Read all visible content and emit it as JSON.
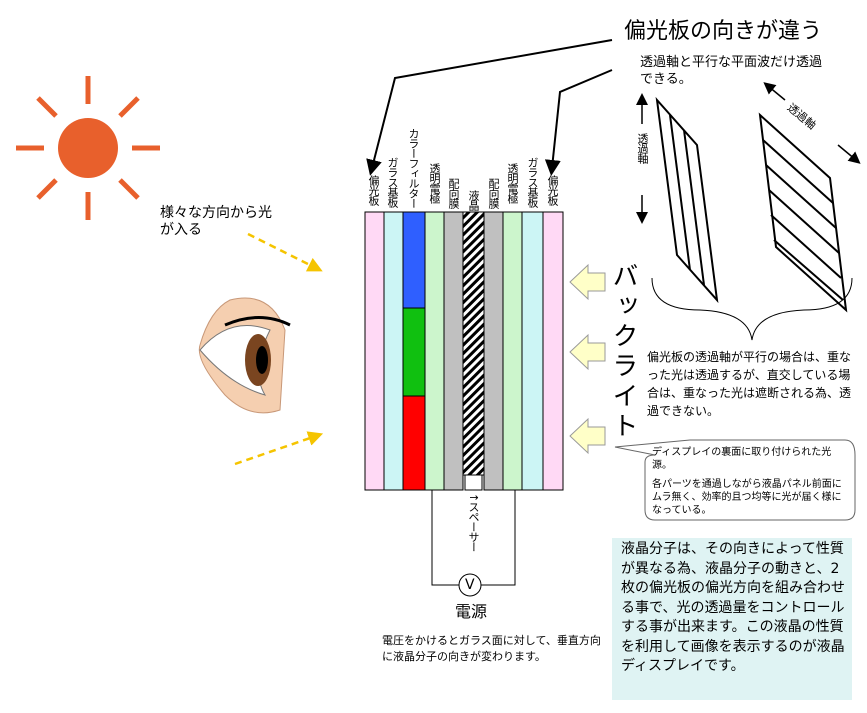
{
  "title": "偏光板の向きが違う",
  "subtitle": "透過軸と平行な平面波だけ透過できる。",
  "light_label": "様々な方向から光が入る",
  "layers": [
    "偏光板",
    "ガラス基板",
    "カラーフィルター",
    "透明電極",
    "配向膜",
    "液晶",
    "配向膜",
    "透明電極",
    "ガラス基板",
    "偏光板"
  ],
  "spacer_label": "↑スペーサー",
  "voltmeter": "V",
  "power_label": "電源",
  "voltage_caption": "電圧をかけるとガラス面に対して、垂直方向に液晶分子の向きが変わります。",
  "backlight_label": "バックライト",
  "axis_label_left": "透過軸",
  "axis_label_right": "透過軸",
  "polarizer_note": "偏光板の透過軸が平行の場合は、重なった光は透過するが、直交している場合は、重なった光は遮断される為、透過できない。",
  "backlight_note_1": "ディスプレイの裏面に取り付けられた光源。",
  "backlight_note_2": "各パーツを通過しながら液晶パネル前面にムラ無く、効率的且つ均等に光が届く様になっている。",
  "summary": "液晶分子は、その向きによって性質が異なる為、液晶分子の動きと、2枚の偏光板の偏光方向を組み合わせる事で、光の透過量をコントロールする事が出来ます。この液晶の性質を利用して画像を表示するのが液晶ディスプレイです。",
  "colors": {
    "sun": "#e8602c",
    "arrow_yellow": "#f5c400",
    "polarizer": "#ffd9f5",
    "glass": "#ccf5f5",
    "electrode": "#ccf5cc",
    "alignment": "#c0c0c0",
    "filter_blue": "#2f5fff",
    "filter_green": "#10c010",
    "filter_red": "#ff0000",
    "summary_bg": "#dff3f3"
  }
}
